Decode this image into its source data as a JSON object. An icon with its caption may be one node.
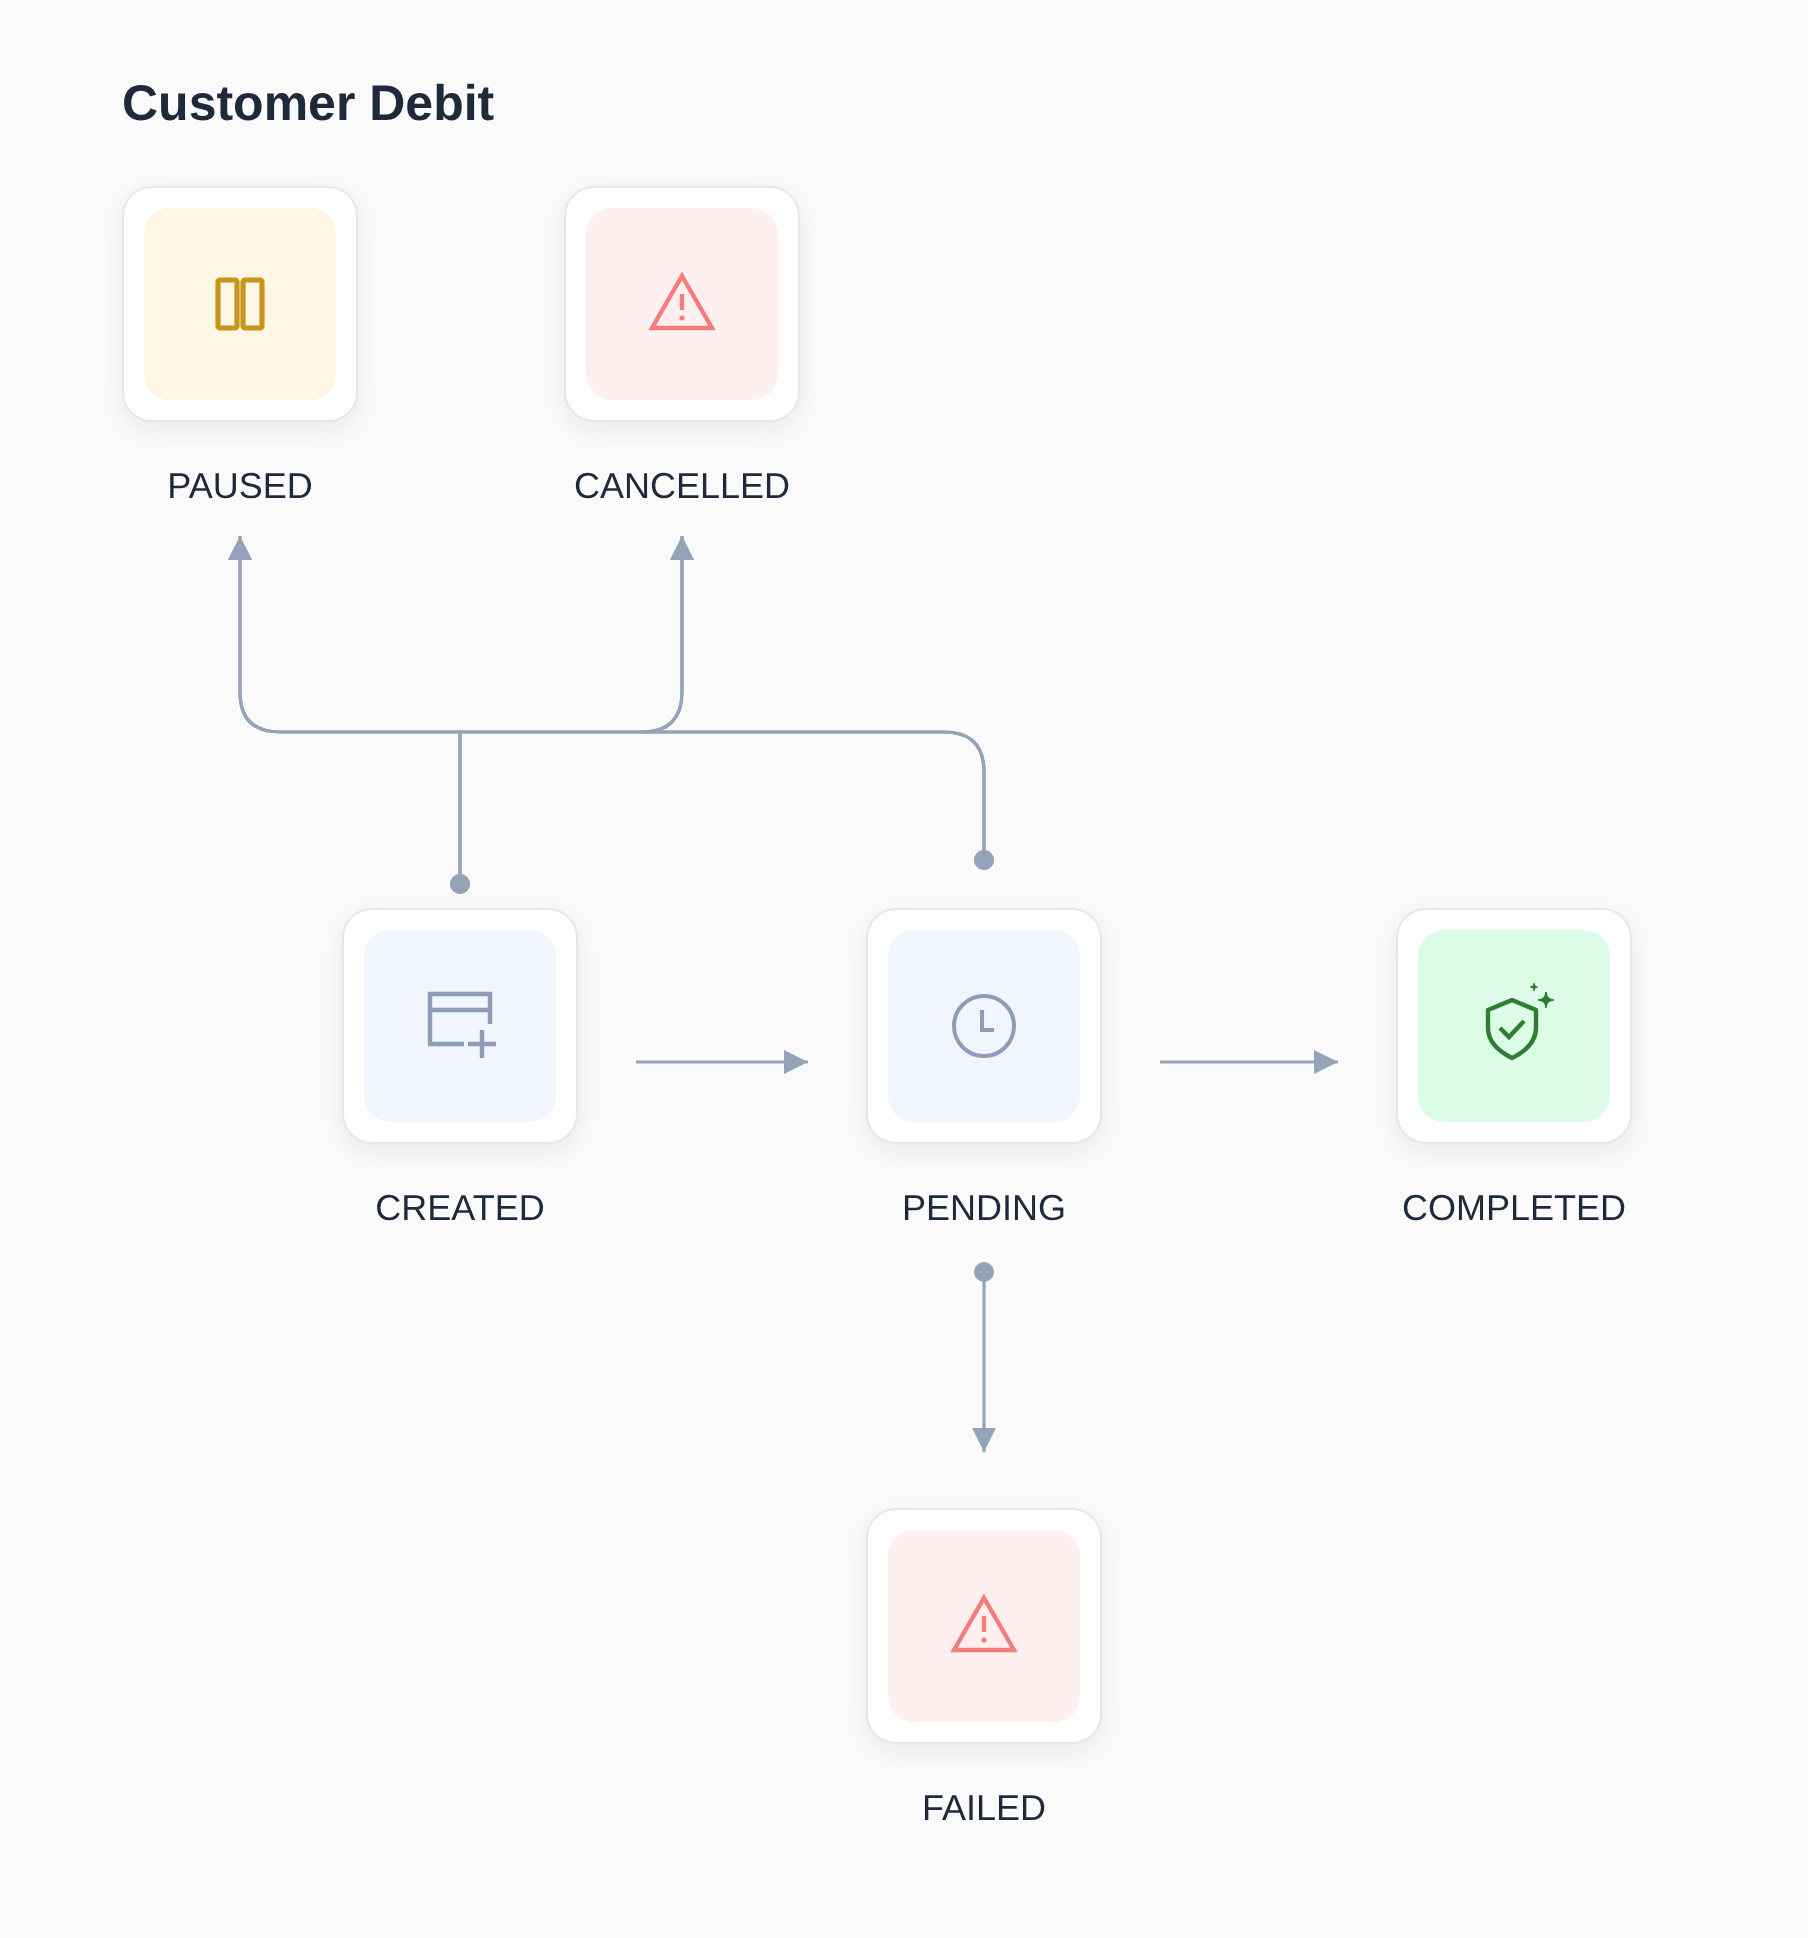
{
  "diagram": {
    "title": "Customer Debit",
    "nodes": [
      {
        "text": [
          "PAUSED"
        ]
      },
      {
        "text": [
          "CANCELLED"
        ]
      },
      {
        "text": [
          "CREATED"
        ]
      },
      {
        "text": [
          "PENDING"
        ]
      },
      {
        "text": [
          "COMPLETED"
        ]
      },
      {
        "text": [
          "FAILED"
        ]
      }
    ],
    "edges": [
      {
        "from": 2,
        "to": 0,
        "arrow": "to"
      },
      {
        "from": 2,
        "to": 1,
        "arrow": "to"
      },
      {
        "from": 3,
        "to": 0,
        "arrow": "to"
      },
      {
        "from": 3,
        "to": 1,
        "arrow": "to"
      },
      {
        "from": 2,
        "to": 3,
        "arrow": "to"
      },
      {
        "from": 3,
        "to": 4,
        "arrow": "to"
      },
      {
        "from": 3,
        "to": 5,
        "arrow": "to"
      }
    ]
  }
}
